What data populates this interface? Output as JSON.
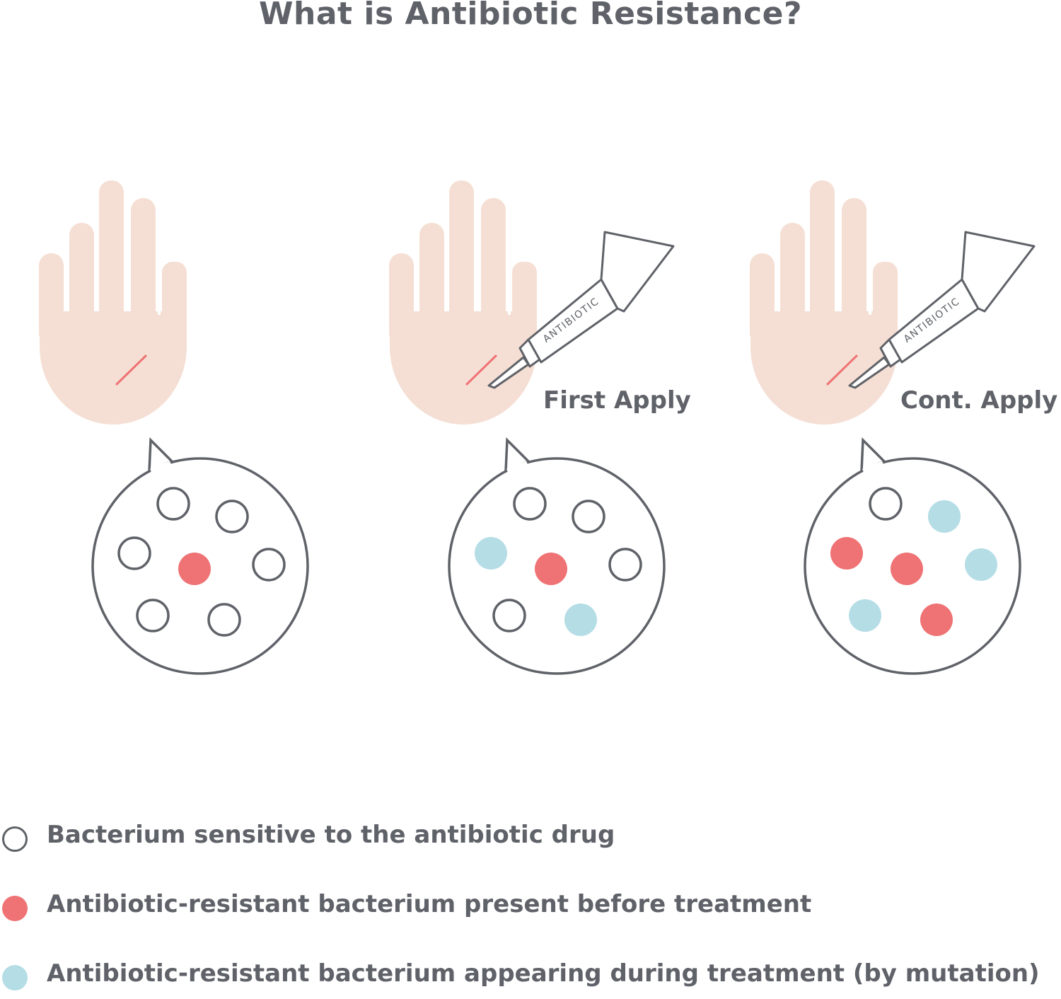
{
  "title": "What is Antibiotic Resistance?",
  "colors": {
    "outline": "#5f6268",
    "skin": "#f5dfd4",
    "wound": "#ef7274",
    "resistant_before": "#ef7274",
    "resistant_mutation": "#b5dde6"
  },
  "panels": [
    {
      "label": "",
      "has_tube": false,
      "bacteria": [
        "sensitive",
        "sensitive",
        "sensitive",
        "resistant_before",
        "sensitive",
        "sensitive",
        "sensitive"
      ]
    },
    {
      "label": "First Apply",
      "tube_label": "ANTIBIOTIC",
      "has_tube": true,
      "bacteria": [
        "sensitive",
        "sensitive",
        "resistant_mutation",
        "resistant_before",
        "sensitive",
        "sensitive",
        "resistant_mutation"
      ]
    },
    {
      "label": "Cont. Apply",
      "tube_label": "ANTIBIOTIC",
      "has_tube": true,
      "bacteria": [
        "sensitive",
        "resistant_mutation",
        "resistant_before",
        "resistant_before",
        "resistant_mutation",
        "resistant_mutation",
        "resistant_before"
      ]
    }
  ],
  "legend": [
    {
      "marker": "sensitive",
      "text": "Bacterium sensitive to the antibiotic drug"
    },
    {
      "marker": "resistant_before",
      "text": "Antibiotic-resistant bacterium present before treatment"
    },
    {
      "marker": "resistant_mutation",
      "text": "Antibiotic-resistant bacterium appearing during treatment (by mutation)"
    }
  ]
}
